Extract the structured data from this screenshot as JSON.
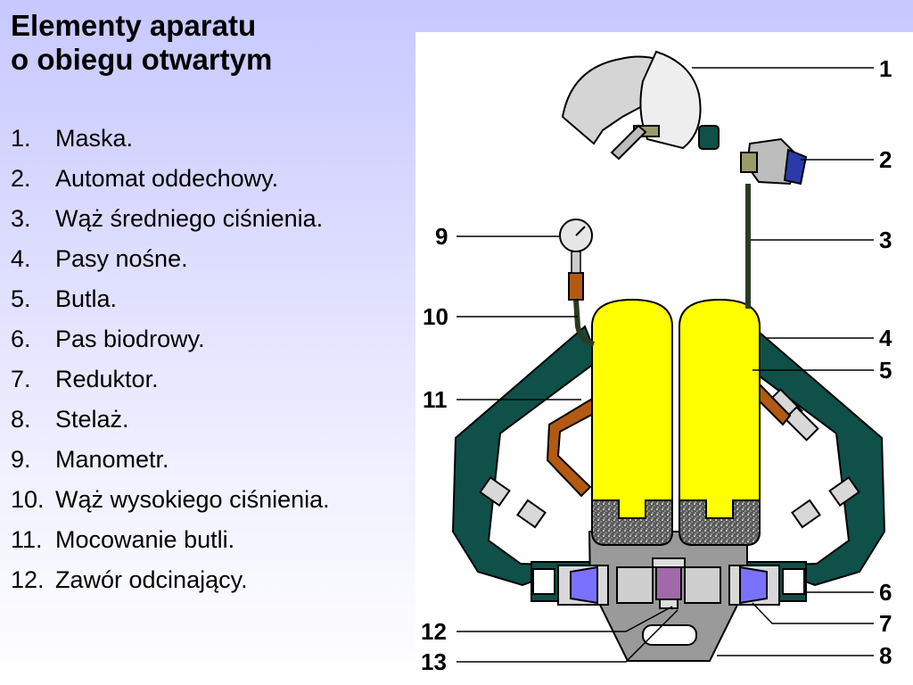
{
  "title": {
    "line1": "Elementy aparatu",
    "line2": "o obiegu otwartym"
  },
  "legend": [
    {
      "num": "1.",
      "label": "Maska."
    },
    {
      "num": "2.",
      "label": "Automat oddechowy."
    },
    {
      "num": "3.",
      "label": "Wąż średniego ciśnienia."
    },
    {
      "num": "4.",
      "label": "Pasy nośne."
    },
    {
      "num": "5.",
      "label": "Butla."
    },
    {
      "num": "6.",
      "label": "Pas biodrowy."
    },
    {
      "num": "7.",
      "label": "Reduktor."
    },
    {
      "num": "8.",
      "label": "Stelaż."
    },
    {
      "num": "9.",
      "label": "Manometr."
    },
    {
      "num": "10.",
      "label": "Wąż wysokiego ciśnienia."
    },
    {
      "num": "11.",
      "label": "Mocowanie butli."
    },
    {
      "num": "12.",
      "label": "Zawór odcinający."
    }
  ],
  "callouts": {
    "c1": "1",
    "c2": "2",
    "c3": "3",
    "c4": "4",
    "c5": "5",
    "c6": "6",
    "c7": "7",
    "c8": "8",
    "c9": "9",
    "c10": "10",
    "c11": "11",
    "c12": "12",
    "c13": "13"
  },
  "colors": {
    "cylinder": "#ffff00",
    "straps": "#0f5048",
    "frame": "#9a9a9a",
    "hose": "#b25a12",
    "valve": "#7a72ff"
  }
}
